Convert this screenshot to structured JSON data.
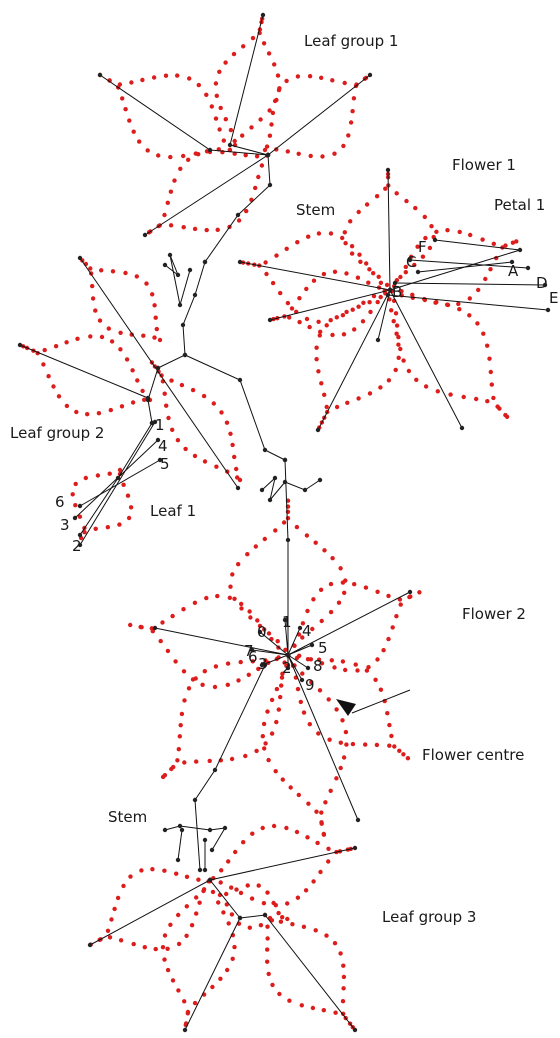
{
  "labels": {
    "leaf_group_1": "Leaf group 1",
    "flower_1": "Flower 1",
    "petal_1": "Petal 1",
    "stem_top": "Stem",
    "leaf_group_2": "Leaf group 2",
    "leaf_1": "Leaf 1",
    "flower_2": "Flower 2",
    "flower_centre": "Flower centre",
    "stem_bottom": "Stem",
    "leaf_group_3": "Leaf group 3"
  },
  "petal_points": [
    "A",
    "B",
    "C",
    "D",
    "E",
    "F"
  ],
  "leaf_points": [
    "1",
    "2",
    "3",
    "4",
    "5",
    "6"
  ],
  "centre_points": [
    "0",
    "1",
    "2",
    "3",
    "4",
    "5",
    "6",
    "7",
    "8",
    "9"
  ],
  "colors": {
    "outline_dots": "#dd1c1c",
    "vertex_dots": "#222222",
    "lines": "#111111"
  }
}
